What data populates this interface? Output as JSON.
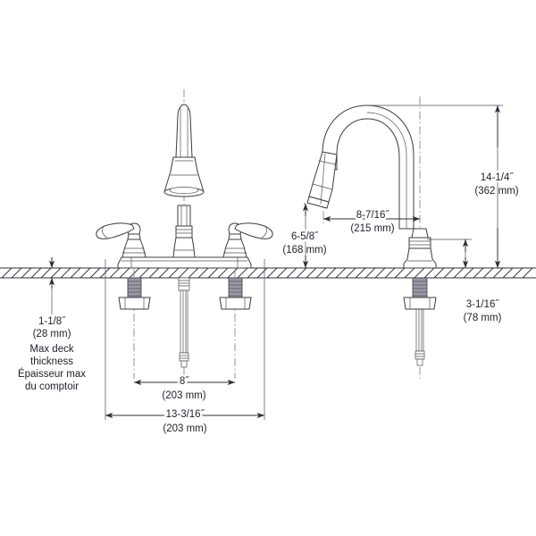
{
  "drawing": {
    "title": "Two-handle pull-down kitchen faucet installation dimension drawing",
    "views": {
      "front": "front-elevation",
      "side": "side-elevation"
    },
    "colors": {
      "background": "#ffffff",
      "line": "#3c3c46",
      "centerline": "#6a6a74",
      "dimension": "#2e2e38",
      "text": "#1f1f28",
      "shank_fill": "#9a9aa4"
    }
  },
  "dimensions": {
    "deck_thickness": {
      "imperial": "1-1/8˝",
      "metric": "(28 mm)",
      "note_en_line1": "Max deck",
      "note_en_line2": "thickness",
      "note_fr_line1": "Épaisseur max",
      "note_fr_line2": "du comptoir"
    },
    "handle_spread": {
      "imperial": "8˝",
      "metric": "(203 mm)"
    },
    "overall_width": {
      "imperial": "13-3/16˝",
      "metric": "(203 mm)"
    },
    "spout_reach": {
      "imperial": "8-7/16˝",
      "metric": "(215 mm)"
    },
    "spout_clearance": {
      "imperial": "6-5/8˝",
      "metric": "(168 mm)"
    },
    "overall_height": {
      "imperial": "14-1/4˝",
      "metric": "(362 mm)"
    },
    "below_deck": {
      "imperial": "3-1/16˝",
      "metric": "(78 mm)"
    }
  }
}
